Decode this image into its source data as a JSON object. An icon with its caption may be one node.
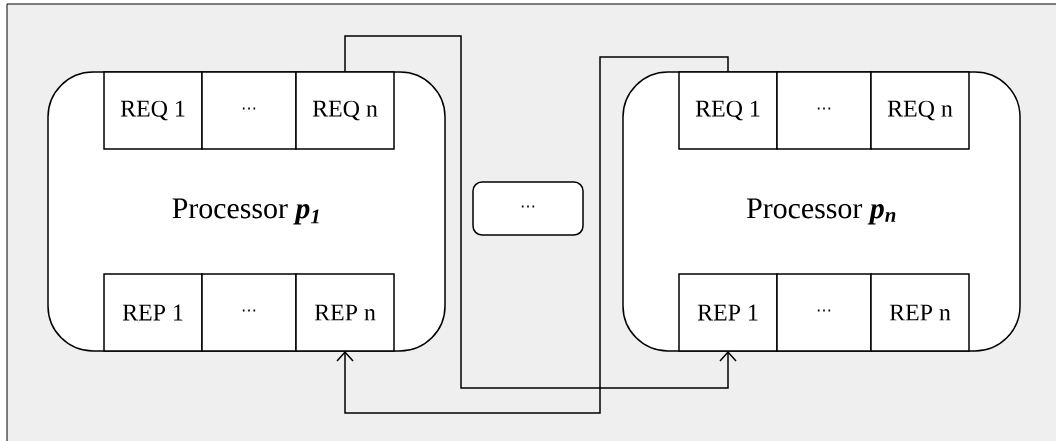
{
  "diagram": {
    "nodes": [
      {
        "text": [
          "Processor **p$_{1}$**"
        ]
      },
      {
        "text": [
          "REQ 1"
        ],
        "in": 0
      },
      {
        "text": [
          "⋯"
        ],
        "in": 0
      },
      {
        "text": [
          "REQ n"
        ],
        "in": 0
      },
      {
        "text": [
          "REP 1"
        ],
        "in": 0
      },
      {
        "text": [
          "⋯"
        ],
        "in": 0
      },
      {
        "text": [
          "REP n"
        ],
        "in": 0
      },
      {
        "text": [
          "⋯"
        ]
      },
      {
        "text": [
          "Processor **p$_{n}$**"
        ]
      },
      {
        "text": [
          "REQ 1"
        ],
        "in": 8
      },
      {
        "text": [
          "⋯"
        ],
        "in": 8
      },
      {
        "text": [
          "REQ n"
        ],
        "in": 8
      },
      {
        "text": [
          "REP 1"
        ],
        "in": 8
      },
      {
        "text": [
          "⋯"
        ],
        "in": 8
      },
      {
        "text": [
          "REP n"
        ],
        "in": 8
      }
    ],
    "edges": [
      {
        "from": 3,
        "to": 12,
        "arrow": "to"
      },
      {
        "from": 9,
        "to": 6,
        "arrow": "to"
      }
    ]
  }
}
